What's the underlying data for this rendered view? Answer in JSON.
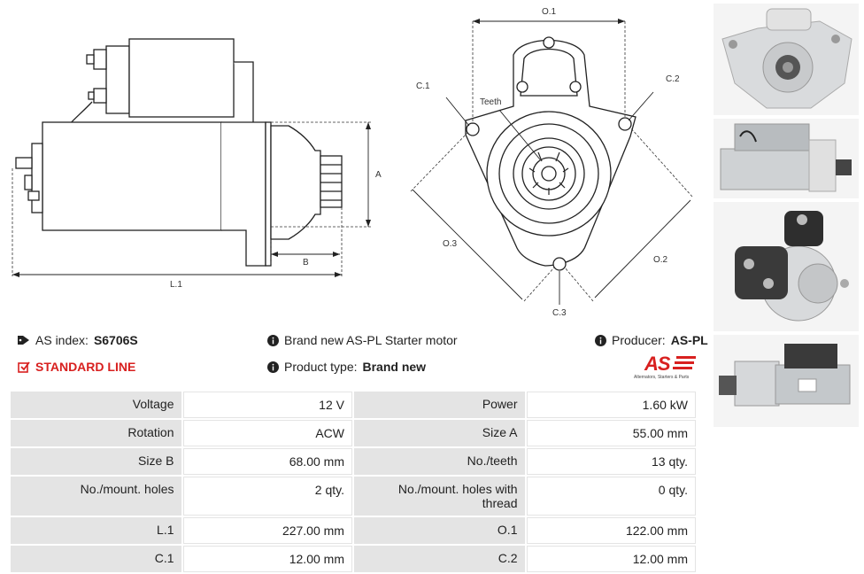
{
  "diagram": {
    "side_labels": {
      "a": "A",
      "b": "B",
      "l1": "L.1"
    },
    "front_labels": {
      "o1": "O.1",
      "o2": "O.2",
      "o3": "O.3",
      "c1": "C.1",
      "c2": "C.2",
      "c3": "C.3",
      "teeth": "Teeth"
    }
  },
  "info": {
    "as_index_label": "AS index:",
    "as_index_value": "S6706S",
    "standard_line": "STANDARD LINE",
    "brand_text": "Brand new AS-PL Starter motor",
    "product_type_label": "Product type:",
    "product_type_value": "Brand new",
    "producer_label": "Producer:",
    "producer_value": "AS-PL",
    "logo_text": "AS",
    "logo_tagline": "Alternators, Starters & Parts"
  },
  "specs": [
    [
      "Voltage",
      "12 V",
      "Power",
      "1.60 kW"
    ],
    [
      "Rotation",
      "ACW",
      "Size A",
      "55.00 mm"
    ],
    [
      "Size B",
      "68.00 mm",
      "No./teeth",
      "13 qty."
    ],
    [
      "No./mount. holes",
      "2 qty.",
      "No./mount. holes with thread",
      "0 qty."
    ],
    [
      "L.1",
      "227.00 mm",
      "O.1",
      "122.00 mm"
    ],
    [
      "C.1",
      "12.00 mm",
      "C.2",
      "12.00 mm"
    ]
  ],
  "colors": {
    "accent_red": "#d8201f",
    "cell_bg": "#e4e4e4"
  }
}
